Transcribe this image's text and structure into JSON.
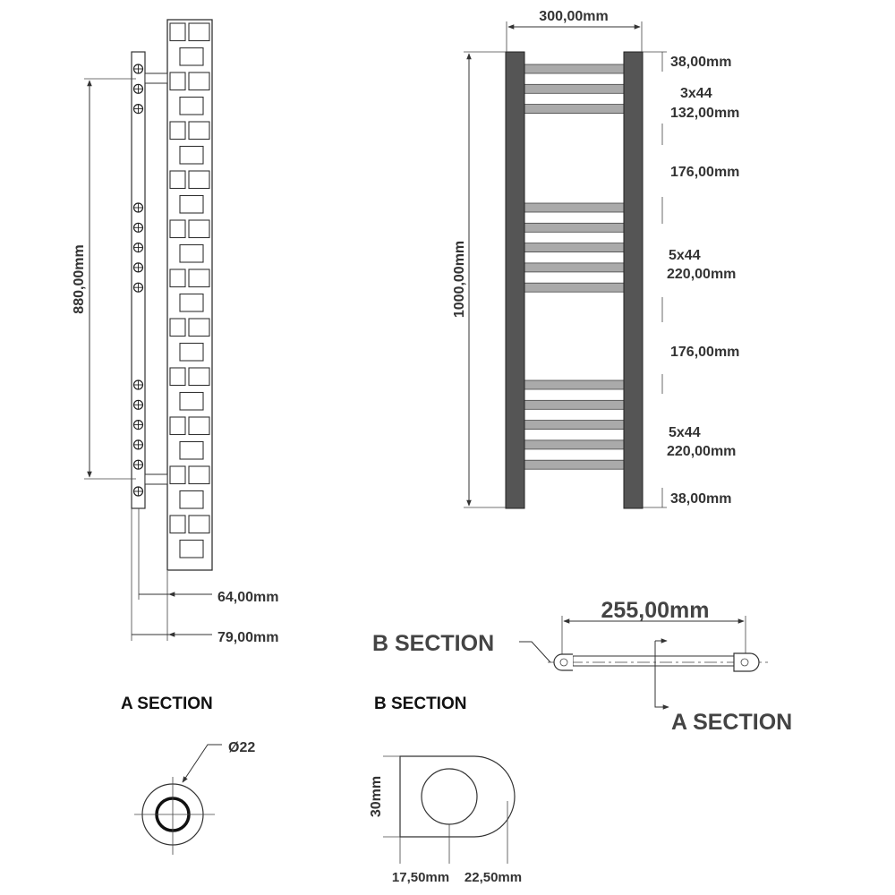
{
  "side_view": {
    "height_label": "880,00mm",
    "depth1_label": "64,00mm",
    "depth2_label": "79,00mm"
  },
  "front_view": {
    "width_label": "300,00mm",
    "height_label": "1000,00mm",
    "right_labels": {
      "top_margin": "38,00mm",
      "group1_count": "3x44",
      "group1_len": "132,00mm",
      "gap1": "176,00mm",
      "group2_count": "5x44",
      "group2_len": "220,00mm",
      "gap2": "176,00mm",
      "group3_count": "5x44",
      "group3_len": "220,00mm",
      "bottom_margin": "38,00mm"
    },
    "bar_groups": [
      3,
      5,
      5
    ]
  },
  "top_view": {
    "centers_label": "255,00mm",
    "b_callout": "B SECTION",
    "a_callout": "A SECTION"
  },
  "section_a": {
    "title": "A SECTION",
    "diameter_label": "Ø22"
  },
  "section_b": {
    "title": "B SECTION",
    "height_label": "30mm",
    "dim1_label": "17,50mm",
    "dim2_label": "22,50mm"
  },
  "colors": {
    "rail": "#555555",
    "bar": "#aaaaaa",
    "brick_stroke": "#333333",
    "line": "#333333"
  }
}
